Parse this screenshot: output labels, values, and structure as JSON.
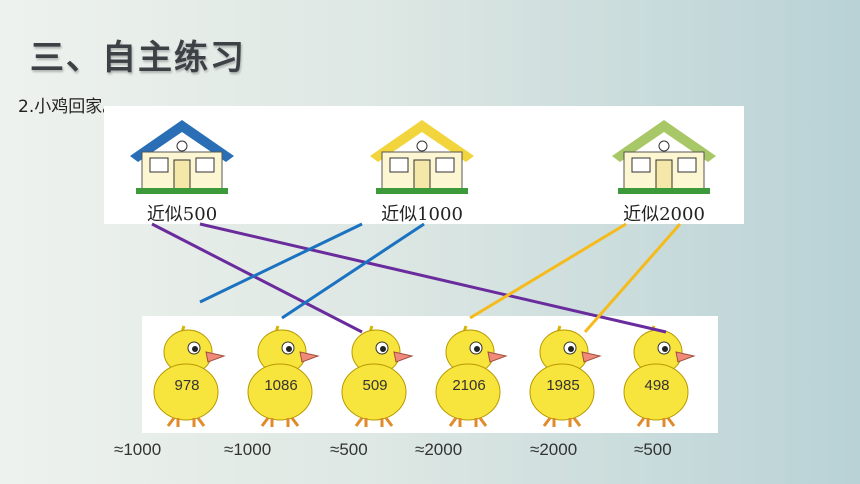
{
  "title": "三、自主练习",
  "subtitle": "2.小鸡回家。",
  "houses": [
    {
      "label": "近似500",
      "roof": "#2a6fb5",
      "wall": "#fdf6d2"
    },
    {
      "label": "近似1000",
      "roof": "#f2d43c",
      "wall": "#fdf6d2"
    },
    {
      "label": "近似2000",
      "roof": "#a8c766",
      "wall": "#fdf6d2"
    }
  ],
  "chicks": [
    {
      "number": "978",
      "answer": "≈1000"
    },
    {
      "number": "1086",
      "answer": "≈1000"
    },
    {
      "number": "509",
      "answer": "≈500"
    },
    {
      "number": "2106",
      "answer": "≈2000"
    },
    {
      "number": "1985",
      "answer": "≈2000"
    },
    {
      "number": "498",
      "answer": "≈500"
    }
  ],
  "line_colors": {
    "to_500": "#6a2c9c",
    "to_1000": "#1a72c0",
    "to_2000": "#f5bb1c"
  }
}
